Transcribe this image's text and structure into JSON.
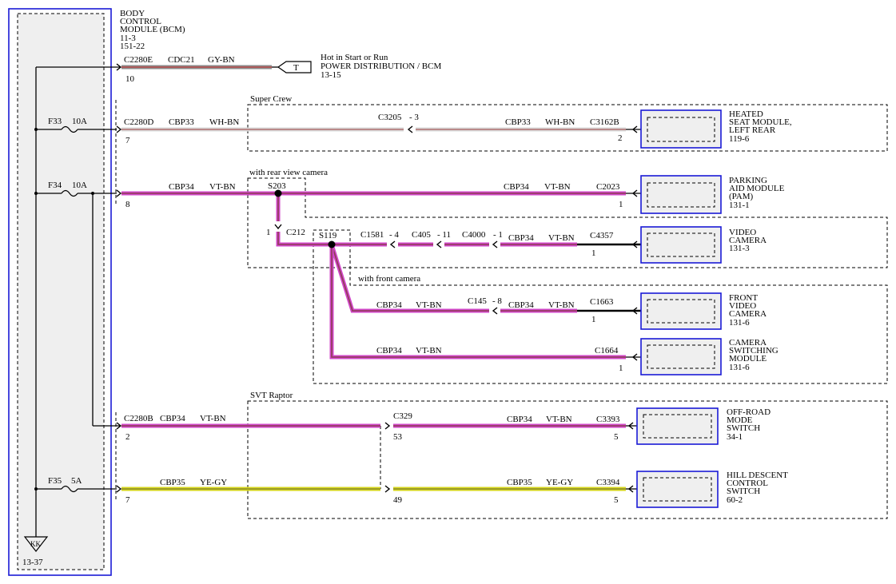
{
  "module": {
    "name_lines": [
      "BODY",
      "CONTROL",
      "MODULE (BCM)",
      "11-3",
      "151-22"
    ],
    "ground_label": "KK",
    "ground_ref": "13-37"
  },
  "fuses": [
    {
      "id": "F33",
      "rating": "10A"
    },
    {
      "id": "F34",
      "rating": "10A"
    },
    {
      "id": "F35",
      "rating": "5A"
    }
  ],
  "regions": {
    "super_crew": "Super Crew",
    "rear_camera": "with rear view camera",
    "front_camera": "with front camera",
    "svt_raptor": "SVT Raptor"
  },
  "splices": {
    "s203": "S203",
    "s119": "S119"
  },
  "circuits": {
    "cdc21": {
      "connector": "C2280E",
      "pin": "10",
      "circuit": "CDC21",
      "color": "GY-BN",
      "terminal": "T",
      "dest_lines": [
        "Hot in Start or Run",
        "POWER DISTRIBUTION / BCM",
        "13-15"
      ]
    },
    "cbp33": {
      "connector": "C2280D",
      "pin": "7",
      "circuit": "CBP33",
      "color": "WH-BN",
      "inline": "C3205",
      "inline_pin": "- 3",
      "circuit2": "CBP33",
      "color2": "WH-BN",
      "dest_conn": "C3162B",
      "dest_pin": "2"
    },
    "cbp34": {
      "circuit": "CBP34",
      "color": "VT-BN",
      "pin": "8",
      "pam_circuit": "CBP34",
      "pam_color": "VT-BN",
      "pam_conn": "C2023",
      "pam_pin": "1",
      "c212_pin": "1",
      "c212": "C212",
      "vid_c1": "C1581",
      "vid_c1_pin": "- 4",
      "vid_c2": "C405",
      "vid_c2_pin": "- 11",
      "vid_c3": "C4000",
      "vid_c3_pin": "- 1",
      "vid_circuit": "CBP34",
      "vid_color": "VT-BN",
      "vid_conn": "C4357",
      "vid_pin": "1",
      "fvc_circuit": "CBP34",
      "fvc_color": "VT-BN",
      "fvc_inline": "C145",
      "fvc_inline_pin": "- 8",
      "fvc_circuit2": "CBP34",
      "fvc_color2": "VT-BN",
      "fvc_conn": "C1663",
      "fvc_pin": "1",
      "csm_circuit": "CBP34",
      "csm_color": "VT-BN",
      "csm_conn": "C1664",
      "csm_pin": "1"
    },
    "cbp34_b": {
      "connector": "C2280B",
      "pin": "2",
      "circuit": "CBP34",
      "color": "VT-BN",
      "inline": "C329",
      "inline_pin": "53",
      "circuit2": "CBP34",
      "color2": "VT-BN",
      "dest_conn": "C3393",
      "dest_pin": "5"
    },
    "cbp35": {
      "pin": "7",
      "circuit": "CBP35",
      "color": "YE-GY",
      "inline_pin": "49",
      "circuit2": "CBP35",
      "color2": "YE-GY",
      "dest_conn": "C3394",
      "dest_pin": "5"
    }
  },
  "components": [
    {
      "key": "heated_seat",
      "lines": [
        "HEATED",
        "SEAT MODULE,",
        "LEFT REAR",
        "119-6"
      ]
    },
    {
      "key": "pam",
      "lines": [
        "PARKING",
        "AID MODULE",
        "(PAM)",
        "131-1"
      ]
    },
    {
      "key": "video_camera",
      "lines": [
        "VIDEO",
        "CAMERA",
        "131-3"
      ]
    },
    {
      "key": "front_video_camera",
      "lines": [
        "FRONT",
        "VIDEO",
        "CAMERA",
        "131-6"
      ]
    },
    {
      "key": "camera_switching",
      "lines": [
        "CAMERA",
        "SWITCHING",
        "MODULE",
        "131-6"
      ]
    },
    {
      "key": "off_road",
      "lines": [
        "OFF-ROAD",
        "MODE",
        "SWITCH",
        "34-1"
      ]
    },
    {
      "key": "hill_descent",
      "lines": [
        "HILL DESCENT",
        "CONTROL",
        "SWITCH",
        "60-2"
      ]
    }
  ],
  "colors": {
    "module_border": "#1a1ad6",
    "module_fill": "#efefef",
    "gy_bn_outer": "#8c8c8c",
    "gy_bn_inner": "#b84a4a",
    "wh_bn_outer": "#d8d8d8",
    "wh_bn_inner": "#b07070",
    "vt_bn_outer": "#d146c9",
    "vt_bn_inner": "#8e3f52",
    "ye_gy_outer": "#d6d61a",
    "ye_gy_inner": "#8a8a30"
  }
}
